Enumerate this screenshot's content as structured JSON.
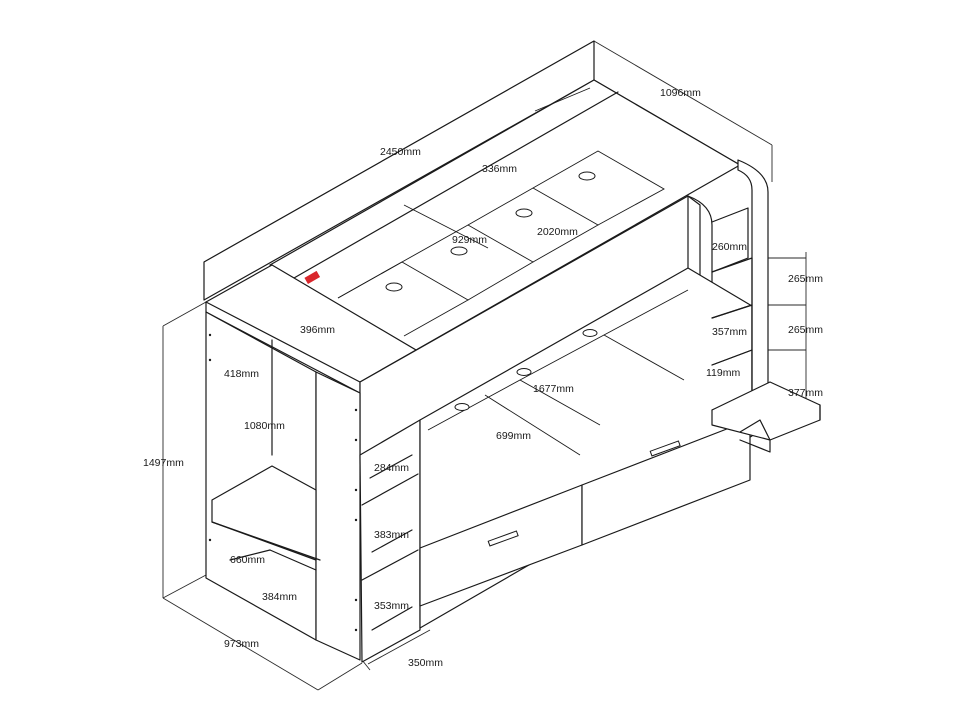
{
  "diagram": {
    "dimensions": [
      {
        "id": "dim-2450",
        "text": "2450mm"
      },
      {
        "id": "dim-1096",
        "text": "1096mm"
      },
      {
        "id": "dim-336",
        "text": "336mm"
      },
      {
        "id": "dim-929",
        "text": "929mm"
      },
      {
        "id": "dim-2020",
        "text": "2020mm"
      },
      {
        "id": "dim-260",
        "text": "260mm"
      },
      {
        "id": "dim-265-top",
        "text": "265mm"
      },
      {
        "id": "dim-265-mid",
        "text": "265mm"
      },
      {
        "id": "dim-357",
        "text": "357mm"
      },
      {
        "id": "dim-119",
        "text": "119mm"
      },
      {
        "id": "dim-377",
        "text": "377mm"
      },
      {
        "id": "dim-396",
        "text": "396mm"
      },
      {
        "id": "dim-418",
        "text": "418mm"
      },
      {
        "id": "dim-1677",
        "text": "1677mm"
      },
      {
        "id": "dim-1080",
        "text": "1080mm"
      },
      {
        "id": "dim-699",
        "text": "699mm"
      },
      {
        "id": "dim-1497",
        "text": "1497mm"
      },
      {
        "id": "dim-284",
        "text": "284mm"
      },
      {
        "id": "dim-383",
        "text": "383mm"
      },
      {
        "id": "dim-660",
        "text": "660mm"
      },
      {
        "id": "dim-384",
        "text": "384mm"
      },
      {
        "id": "dim-353",
        "text": "353mm"
      },
      {
        "id": "dim-973",
        "text": "973mm"
      },
      {
        "id": "dim-350",
        "text": "350mm"
      }
    ],
    "colors": {
      "line": "#1a1a1a",
      "accent": "#d9262c",
      "background": "#ffffff"
    }
  }
}
